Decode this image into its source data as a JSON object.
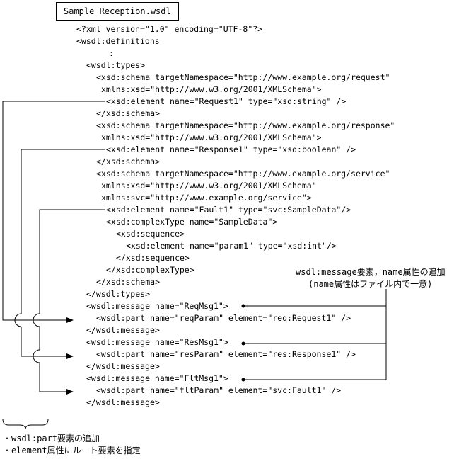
{
  "file_name": "Sample_Reception.wsdl",
  "code_lines": [
    "<?xml version=\"1.0\" encoding=\"UTF-8\"?>",
    "<wsdl:definitions",
    ":",
    "<wsdl:types>",
    "<xsd:schema targetNamespace=\"http://www.example.org/request\"",
    "xmlns:xsd=\"http://www.w3.org/2001/XMLSchema\">",
    "<xsd:element name=\"Request1\" type=\"xsd:string\" />",
    "</xsd:schema>",
    "<xsd:schema targetNamespace=\"http://www.example.org/response\"",
    "xmlns:xsd=\"http://www.w3.org/2001/XMLSchema\">",
    "<xsd:element name=\"Response1\" type=\"xsd:boolean\" />",
    "</xsd:schema>",
    "<xsd:schema targetNamespace=\"http://www.example.org/service\"",
    "xmlns:xsd=\"http://www.w3.org/2001/XMLSchema\"",
    "xmlns:svc=\"http://www.example.org/service\">",
    "<xsd:element name=\"Fault1\" type=\"svc:SampleData\"/>",
    "<xsd:complexType name=\"SampleData\">",
    "<xsd:sequence>",
    "<xsd:element name=\"param1\" type=\"xsd:int\"/>",
    "</xsd:sequence>",
    "</xsd:complexType>",
    "</xsd:schema>",
    "</wsdl:types>",
    "<wsdl:message name=\"ReqMsg1\">",
    "<wsdl:part name=\"reqParam\" element=\"req:Request1\" />",
    "</wsdl:message>",
    "<wsdl:message name=\"ResMsg1\">",
    "<wsdl:part name=\"resParam\" element=\"res:Response1\" />",
    "</wsdl:message>",
    "<wsdl:message name=\"FltMsg1\">",
    "<wsdl:part name=\"fltParam\" element=\"svc:Fault1\" />",
    "</wsdl:message>"
  ],
  "annotation_right": {
    "line1": "wsdl:message要素，name属性の追加",
    "line2": "(name属性はファイル内で一意)"
  },
  "annotation_bottom": {
    "line1": "・wsdl:part要素の追加",
    "line2": "・element属性にルート要素を指定"
  }
}
